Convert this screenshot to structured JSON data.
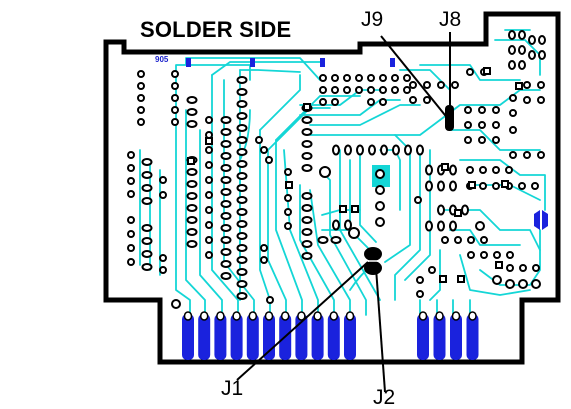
{
  "board": {
    "title": "SOLDER SIDE",
    "part_number": "905",
    "labels": {
      "j1": "J1",
      "j2": "J2",
      "j8": "J8",
      "j9": "J9"
    },
    "connector_finger_count": 15
  },
  "colors": {
    "outline": "#000000",
    "trace": "#14d6d6",
    "pad": "#1a22dd",
    "background": "#ffffff"
  }
}
